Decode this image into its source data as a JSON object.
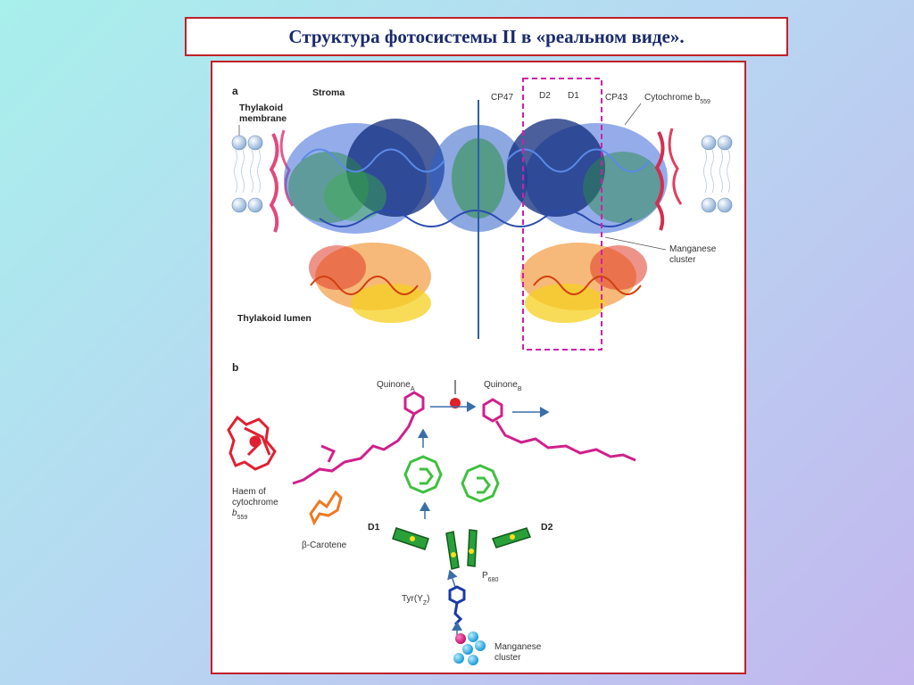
{
  "slide": {
    "title": "Структура фотосистемы II в «реальном виде»."
  },
  "panel_a": {
    "label": "a",
    "stroma": "Stroma",
    "thylakoid_membrane_1": "Thylakoid",
    "thylakoid_membrane_2": "membrane",
    "cp47": "CP47",
    "d2": "D2",
    "d1": "D1",
    "cp43": "CP43",
    "cytochrome": "Cytochrome b",
    "cytochrome_sub": "559",
    "manganese_1": "Manganese",
    "manganese_2": "cluster",
    "lumen": "Thylakoid lumen"
  },
  "panel_b": {
    "label": "b",
    "quinone_a": "Quinone",
    "quinone_a_sub": "A",
    "quinone_b": "Quinone",
    "quinone_b_sub": "B",
    "haem_1": "Haem of",
    "haem_2": "cytochrome",
    "haem_3": "b",
    "haem_3_sub": "559",
    "carotene": "β-Carotene",
    "d1": "D1",
    "d2": "D2",
    "p680": "P",
    "p680_sub": "680",
    "tyr": "Tyr(Y",
    "tyr_sub": "Z",
    "tyr_close": ")",
    "manganese_1": "Manganese",
    "manganese_2": "cluster"
  },
  "colors": {
    "title_text": "#1a2a6c",
    "frame_border": "#c0202a",
    "dashed_box": "#d01fa8",
    "divider": "#2b5fa8",
    "haem": "#e02030",
    "quinone": "#d0208c",
    "chlorophyll": "#40c040",
    "p680": "#1f8a2a",
    "carotene": "#f07820",
    "tyr": "#1a3aa8",
    "manganese": "#2fb8e8",
    "arrow": "#3a6ea8"
  }
}
